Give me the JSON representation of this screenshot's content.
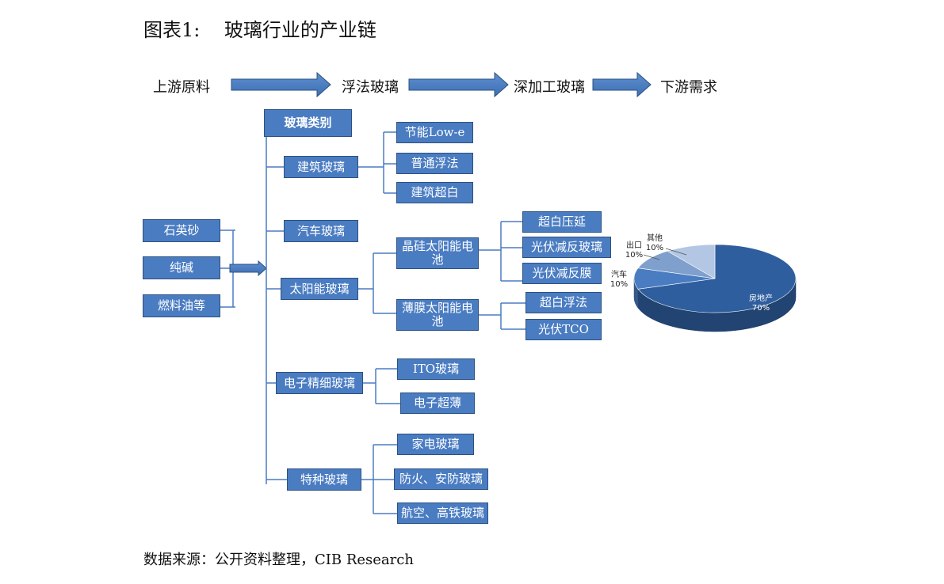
{
  "figure": {
    "title": "图表1:    玻璃行业的产业链",
    "source": "数据来源：公开资料整理，CIB Research"
  },
  "flow": {
    "upstream": "上游原料",
    "float_glass": "浮法玻璃",
    "deep_processing": "深加工玻璃",
    "downstream": "下游需求"
  },
  "materials": [
    "石英砂",
    "纯碱",
    "燃料油等"
  ],
  "tree": {
    "root": "玻璃类别",
    "building": {
      "label": "建筑玻璃",
      "children": [
        "节能Low-e",
        "普通浮法",
        "建筑超白"
      ]
    },
    "auto": {
      "label": "汽车玻璃"
    },
    "solar": {
      "label": "太阳能玻璃",
      "crystal": {
        "label": "晶硅太阳能电池",
        "children": [
          "超白压延",
          "光伏减反玻璃",
          "光伏减反膜"
        ]
      },
      "thinfilm": {
        "label": "薄膜太阳能电池",
        "children": [
          "超白浮法",
          "光伏TCO"
        ]
      }
    },
    "electronic": {
      "label": "电子精细玻璃",
      "children": [
        "ITO玻璃",
        "电子超薄"
      ]
    },
    "special": {
      "label": "特种玻璃",
      "children": [
        "家电玻璃",
        "防火、安防玻璃",
        "航空、高铁玻璃"
      ]
    }
  },
  "chart_data": {
    "type": "pie",
    "title": "",
    "slices": [
      {
        "label": "房地产",
        "percent": "70%",
        "value": 70,
        "color": "#2e5e9e"
      },
      {
        "label": "汽车",
        "percent": "10%",
        "value": 10,
        "color": "#4a7cc2"
      },
      {
        "label": "出口",
        "percent": "10%",
        "value": 10,
        "color": "#7f9fcc"
      },
      {
        "label": "其他",
        "percent": "10%",
        "value": 10,
        "color": "#b3c6e3"
      }
    ]
  }
}
